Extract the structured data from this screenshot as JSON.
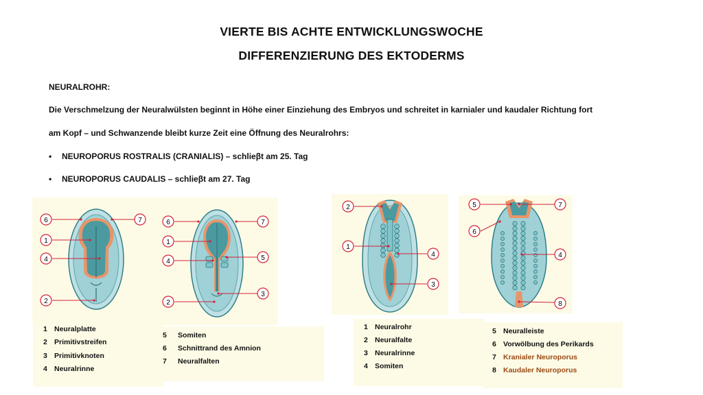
{
  "title_line1": "VIERTE BIS ACHTE ENTWICKLUNGSWOCHE",
  "title_line2": "DIFFERENZIERUNG DES EKTODERMS",
  "heading": "NEURALROHR:",
  "paragraph_line1": "Die Verschmelzung der Neuralwülsten beginnt in Höhe einer Einziehung des Embryos und schreitet in karnialer und kaudaler Richtung fort",
  "paragraph_line2": "am Kopf – und Schwanzende bleibt kurze Zeit eine Öffnung des Neuralrohrs:",
  "bullets": [
    "NEUROPORUS  ROSTRALIS (CRANIALIS) – schlieβt am 25. Tag",
    "NEUROPORUS CAUDALIS – schlieβt am 27. Tag"
  ],
  "bullet_symbol": "•",
  "figure1_labels": [
    "6",
    "7",
    "1",
    "4",
    "2"
  ],
  "figure2_labels": [
    "6",
    "7",
    "1",
    "5",
    "4",
    "2",
    "3"
  ],
  "figure3_labels": [
    "2",
    "1",
    "4",
    "3"
  ],
  "figure4_labels": [
    "5",
    "7",
    "6",
    "4",
    "8"
  ],
  "legend1": [
    {
      "num": "1",
      "text": "Neuralplatte"
    },
    {
      "num": "2",
      "text": "Primitivstreifen"
    },
    {
      "num": "3",
      "text": "Primitivknoten"
    },
    {
      "num": "4",
      "text": "Neuralrinne"
    }
  ],
  "legend2": [
    {
      "num": "5",
      "text": "Somiten"
    },
    {
      "num": "6",
      "text": "Schnittrand des Amnion"
    },
    {
      "num": "7",
      "text": "Neuralfalten"
    }
  ],
  "legend3": [
    {
      "num": "1",
      "text": "Neuralrohr"
    },
    {
      "num": "2",
      "text": "Neuralfalte"
    },
    {
      "num": "3",
      "text": "Neuralrinne"
    },
    {
      "num": "4",
      "text": "Somiten"
    }
  ],
  "legend4": [
    {
      "num": "5",
      "text": "Neuralleiste"
    },
    {
      "num": "6",
      "text": "Vorwölbung des Perikards"
    },
    {
      "num": "7",
      "text": "Kranialer Neuroporus"
    },
    {
      "num": "8",
      "text": "Kaudaler Neuroporus"
    }
  ],
  "colors": {
    "embryo_outer": "#bfe0e4",
    "embryo_mid": "#7fc6cc",
    "embryo_inner": "#4a9aa0",
    "neural_orange": "#e8956a",
    "callout_red": "#d4203a",
    "panel_bg": "#fdfbe6",
    "highlight_brown": "#9a4a14"
  }
}
